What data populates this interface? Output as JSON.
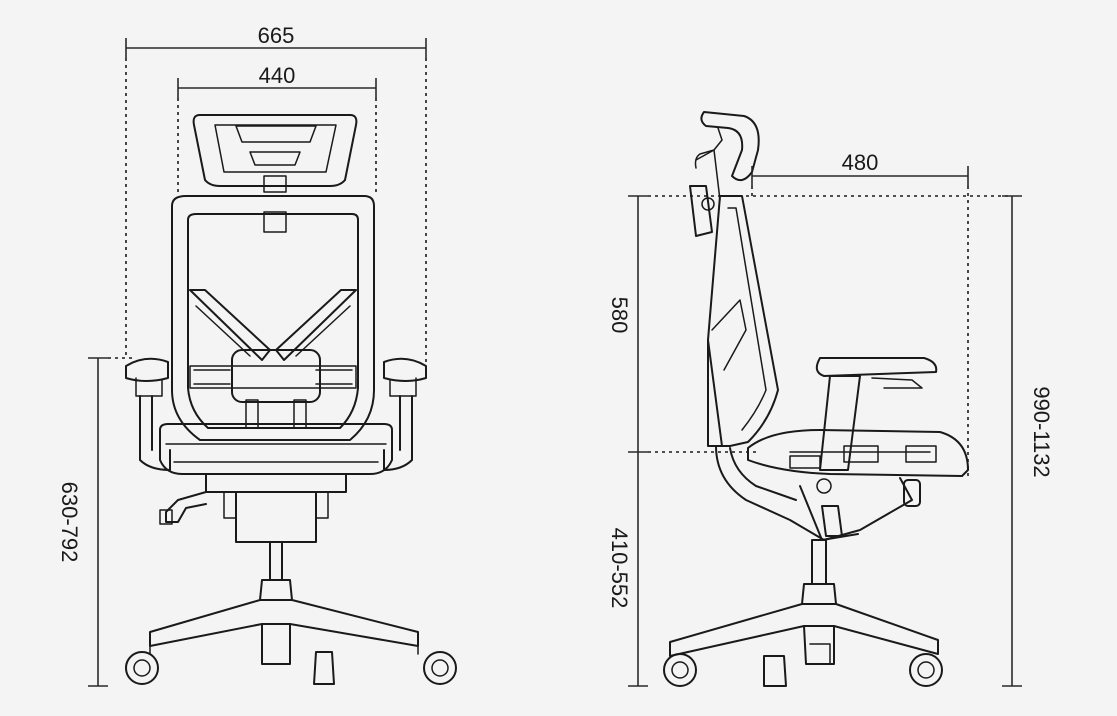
{
  "dimensions": {
    "overall_width": "665",
    "backrest_width": "440",
    "armrest_height": "630-792",
    "seat_depth": "480",
    "backrest_height": "580",
    "seat_height": "410-552",
    "overall_height": "990-1132"
  },
  "colors": {
    "background": "#f4f4f4",
    "line": "#1a1a1a"
  }
}
